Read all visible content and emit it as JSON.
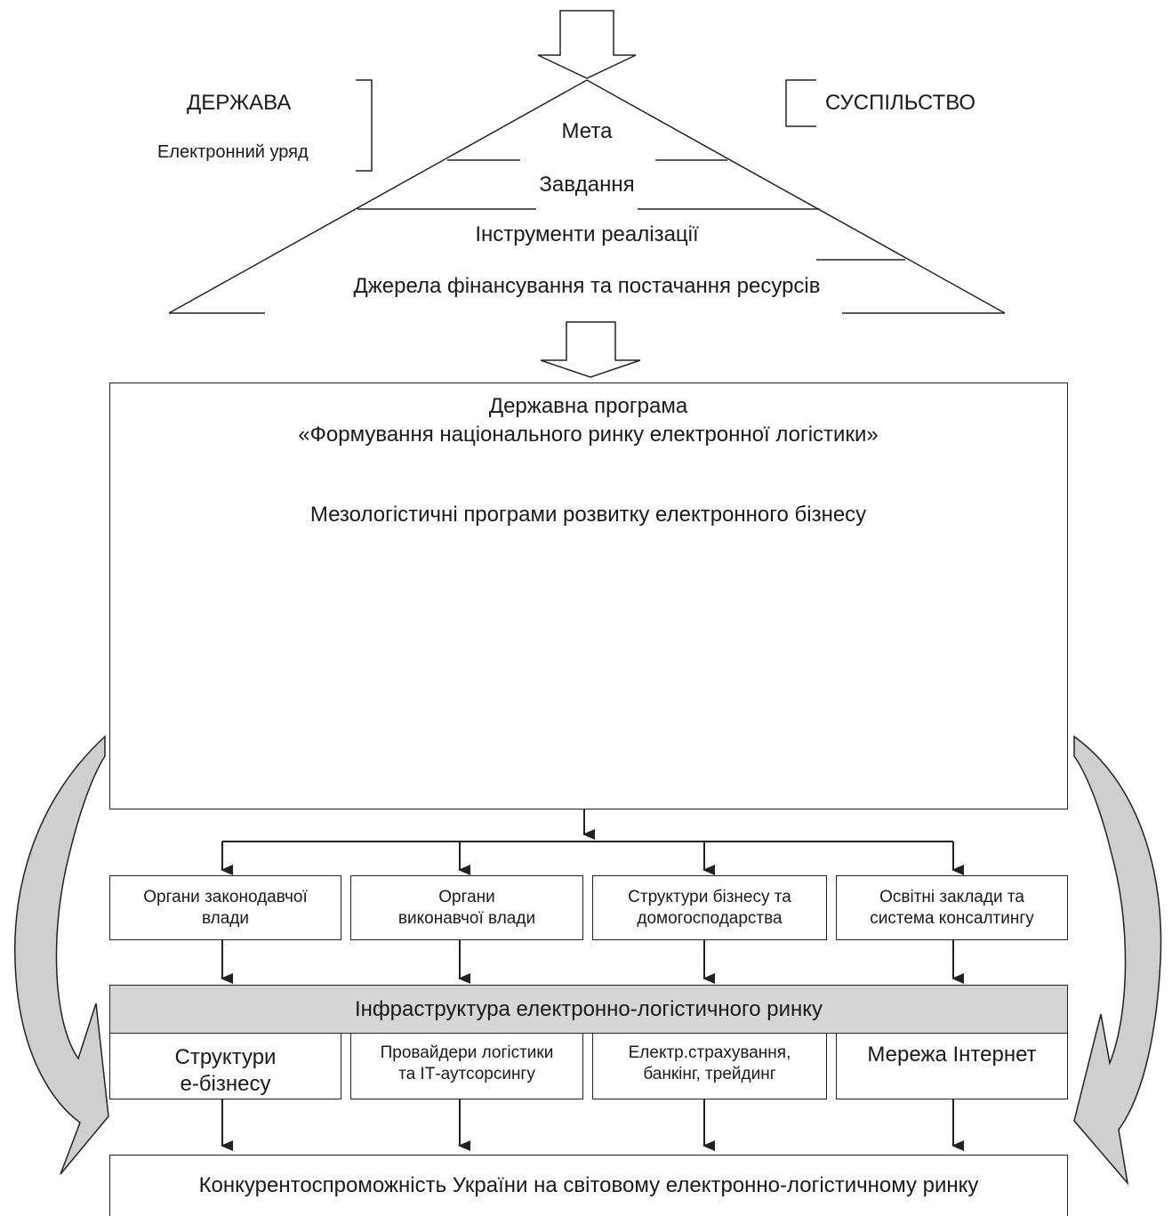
{
  "pyramid": {
    "left_label": "ДЕРЖАВА",
    "left_sublabel": "Електронний уряд",
    "right_label": "СУСПІЛЬСТВО",
    "levels": [
      "Мета",
      "Завдання",
      "Інструменти реалізації",
      "Джерела фінансування та постачання ресурсів"
    ]
  },
  "program": {
    "title_line1": "Державна програма",
    "title_line2": "«Формування національного ринку електронної логістики»",
    "subtitle": "Мезологістичні програми розвитку електронного бізнесу"
  },
  "actors": [
    {
      "line1": "Органи законодавчої",
      "line2": "влади"
    },
    {
      "line1": "Органи",
      "line2": "виконавчої влади"
    },
    {
      "line1": "Структури бізнесу та",
      "line2": "домогосподарства"
    },
    {
      "line1": "Освітні заклади та",
      "line2": "система консалтингу"
    }
  ],
  "infrastructure": {
    "label": "Інфраструктура електронно-логістичного ринку",
    "fill_color": "#d6d6d6"
  },
  "components": [
    {
      "line1": "Структури",
      "line2": "е-бізнесу"
    },
    {
      "line1": "Провайдери логістики",
      "line2": "та ІТ-аутсорсингу"
    },
    {
      "line1": "Електр.страхування,",
      "line2": "банкінг, трейдинг"
    },
    {
      "line1": "Мережа Інтернет",
      "line2": ""
    }
  ],
  "result": {
    "label": "Конкурентоспроможність України на світовому електронно-логістичному ринку"
  },
  "colors": {
    "line": "#222222",
    "side_arrow_fill": "#cfcfcf"
  }
}
